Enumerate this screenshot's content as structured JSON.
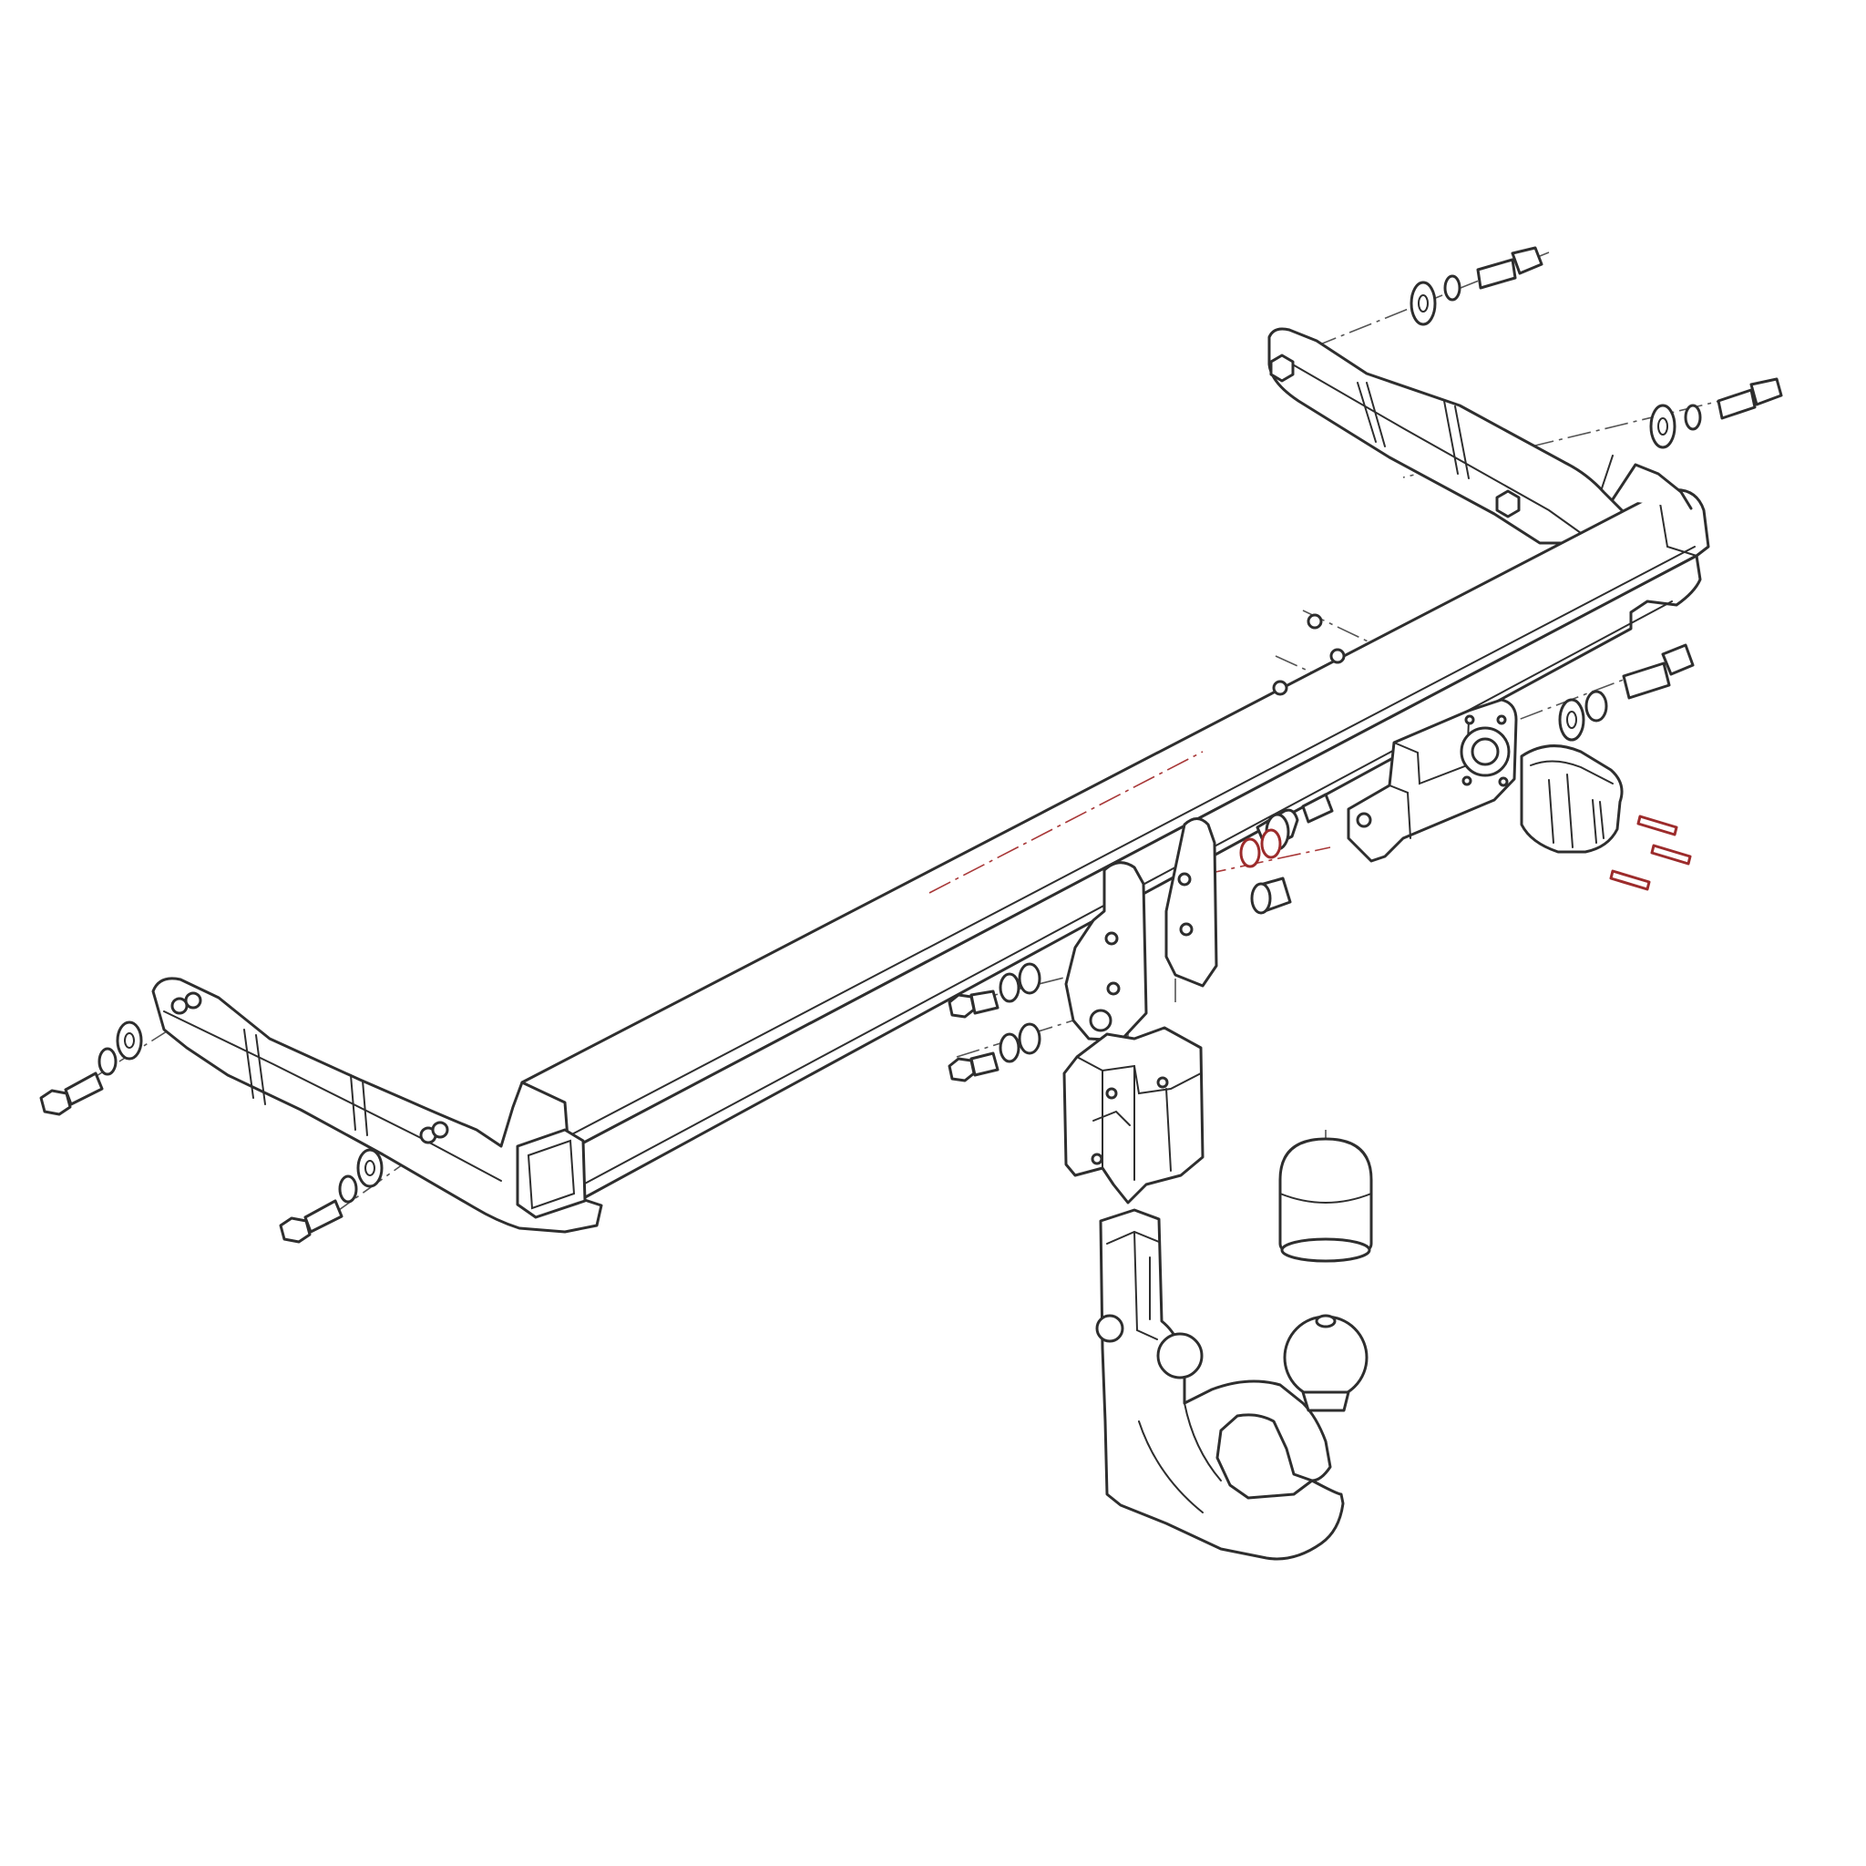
{
  "diagram": {
    "type": "exploded-assembly",
    "palette": {
      "line": "#2e2e2e",
      "fill": "#ffffff",
      "centerline": "#555555",
      "highlight_red": "#9c2b2b"
    },
    "parts": [
      {
        "name": "crossbar",
        "icon": "cross-beam"
      },
      {
        "name": "left-side-bracket",
        "icon": "bracket"
      },
      {
        "name": "right-side-bracket",
        "icon": "bracket"
      },
      {
        "name": "receiver-socket",
        "icon": "socket-housing"
      },
      {
        "name": "detachable-tow-ball-neck",
        "icon": "swan-neck"
      },
      {
        "name": "tow-ball-cap",
        "icon": "cap"
      },
      {
        "name": "electrical-socket-plate",
        "icon": "plate"
      },
      {
        "name": "electrical-socket",
        "icon": "13-pin-socket"
      },
      {
        "name": "bolts-washers",
        "icon": "fasteners"
      }
    ]
  }
}
